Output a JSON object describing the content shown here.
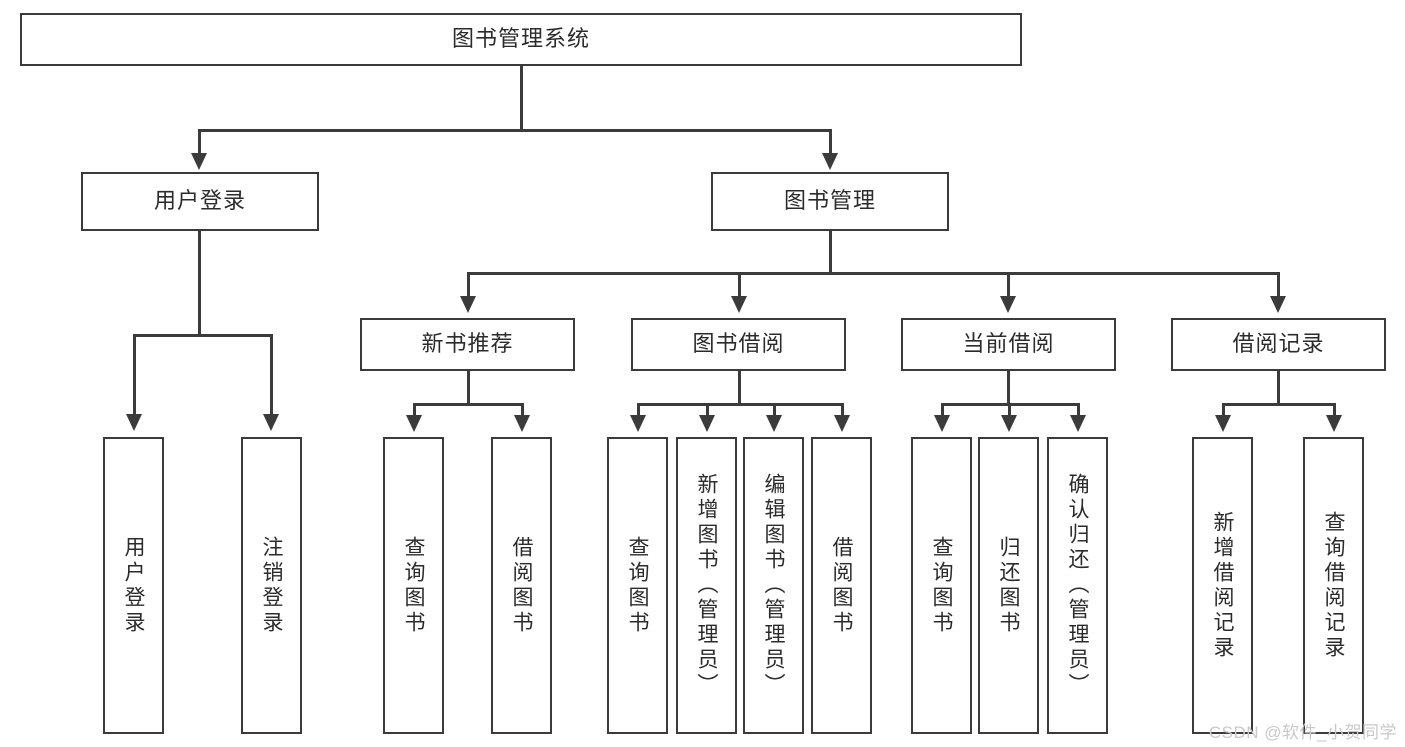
{
  "diagram": {
    "title": "图书管理系统",
    "watermark": "CSDN @软件_小贺同学",
    "stroke_color": "#3b3b3b",
    "text_color": "#2b2b2b",
    "background_color": "#ffffff",
    "watermark_color": "#c9c9c9"
  },
  "nodes": {
    "root": {
      "label": "图书管理系统"
    },
    "level1": [
      {
        "label": "用户登录"
      },
      {
        "label": "图书管理"
      }
    ],
    "level2": [
      {
        "label": "新书推荐"
      },
      {
        "label": "图书借阅"
      },
      {
        "label": "当前借阅"
      },
      {
        "label": "借阅记录"
      }
    ],
    "leaves": {
      "user_login": [
        {
          "label": "用户登录"
        },
        {
          "label": "注销登录"
        }
      ],
      "new_book_recommend": [
        {
          "label": "查询图书"
        },
        {
          "label": "借阅图书"
        }
      ],
      "book_borrow": [
        {
          "label": "查询图书"
        },
        {
          "label": "新增图书（管理员）"
        },
        {
          "label": "编辑图书（管理员）"
        },
        {
          "label": "借阅图书"
        }
      ],
      "current_borrow": [
        {
          "label": "查询图书"
        },
        {
          "label": "归还图书"
        },
        {
          "label": "确认归还（管理员）"
        }
      ],
      "borrow_record": [
        {
          "label": "新增借阅记录"
        },
        {
          "label": "查询借阅记录"
        }
      ]
    }
  },
  "chart_data": {
    "type": "diagram",
    "subtype": "tree-hierarchy",
    "title": "图书管理系统",
    "orientation": "top-down",
    "tree": {
      "name": "图书管理系统",
      "children": [
        {
          "name": "用户登录",
          "children": [
            {
              "name": "用户登录"
            },
            {
              "name": "注销登录"
            }
          ]
        },
        {
          "name": "图书管理",
          "children": [
            {
              "name": "新书推荐",
              "children": [
                {
                  "name": "查询图书"
                },
                {
                  "name": "借阅图书"
                }
              ]
            },
            {
              "name": "图书借阅",
              "children": [
                {
                  "name": "查询图书"
                },
                {
                  "name": "新增图书（管理员）"
                },
                {
                  "name": "编辑图书（管理员）"
                },
                {
                  "name": "借阅图书"
                }
              ]
            },
            {
              "name": "当前借阅",
              "children": [
                {
                  "name": "查询图书"
                },
                {
                  "name": "归还图书"
                },
                {
                  "name": "确认归还（管理员）"
                }
              ]
            },
            {
              "name": "借阅记录",
              "children": [
                {
                  "name": "新增借阅记录"
                },
                {
                  "name": "查询借阅记录"
                }
              ]
            }
          ]
        }
      ]
    }
  }
}
